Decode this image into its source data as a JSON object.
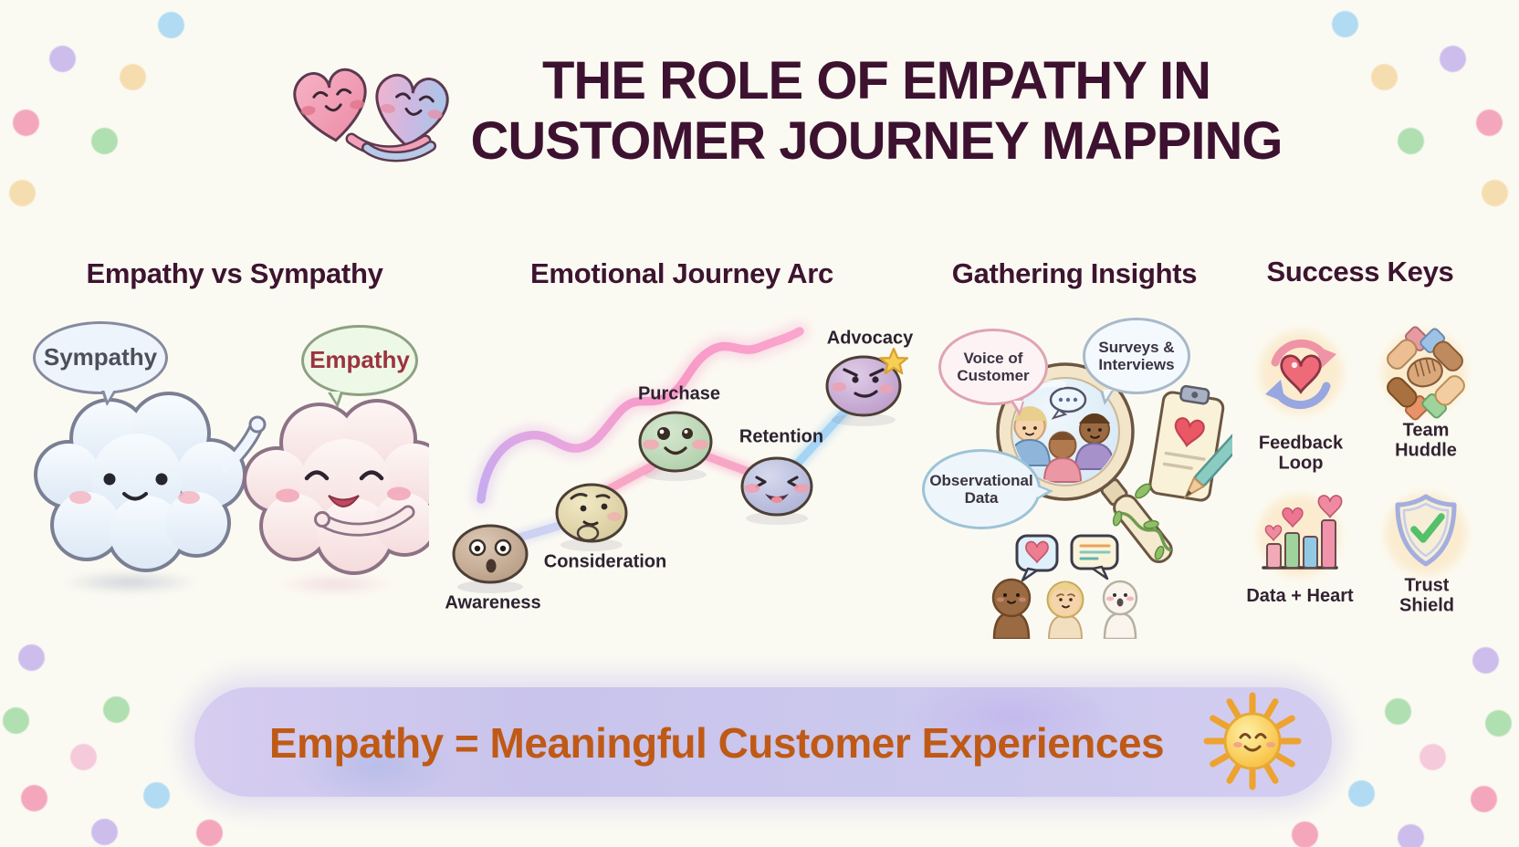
{
  "title": {
    "line1": "THE ROLE OF EMPATHY IN",
    "line2": "CUSTOMER JOURNEY MAPPING",
    "icon": "hugging-hearts-icon"
  },
  "empathy_vs_sympathy": {
    "heading": "Empathy vs Sympathy",
    "sympathy_label": "Sympathy",
    "empathy_label": "Empathy",
    "icons": [
      "sympathy-cloud-icon",
      "empathy-cloud-icon"
    ]
  },
  "journey_arc": {
    "heading": "Emotional Journey Arc",
    "stages": [
      {
        "label": "Awareness",
        "mood": "surprised",
        "color": "#c9b29f"
      },
      {
        "label": "Consideration",
        "mood": "thinking",
        "color": "#e9e0bc"
      },
      {
        "label": "Purchase",
        "mood": "delighted",
        "color": "#c5dcc2"
      },
      {
        "label": "Retention",
        "mood": "joyful",
        "color": "#c3c6de"
      },
      {
        "label": "Advocacy",
        "mood": "determined",
        "color": "#cfb4d9"
      }
    ]
  },
  "gathering_insights": {
    "heading": "Gathering Insights",
    "bubbles": [
      {
        "label": "Voice of\nCustomer"
      },
      {
        "label": "Surveys &\nInterviews"
      },
      {
        "label": "Observational\nData"
      }
    ],
    "icons": [
      "magnifier-people-icon",
      "clipboard-heart-icon",
      "chat-heart-icon",
      "chat-notes-icon",
      "customer-trio-icon"
    ]
  },
  "success_keys": {
    "heading": "Success Keys",
    "items": [
      {
        "label": "Feedback\nLoop",
        "icon": "feedback-loop-icon"
      },
      {
        "label": "Team Huddle",
        "icon": "team-huddle-icon"
      },
      {
        "label": "Data + Heart",
        "icon": "data-heart-bars-icon"
      },
      {
        "label": "Trust Shield",
        "icon": "trust-shield-icon"
      }
    ]
  },
  "banner": {
    "text": "Empathy = Meaningful Customer Experiences",
    "icon": "smiling-sun-icon"
  },
  "colors": {
    "background": "#fbfaf2",
    "heading": "#3d1430",
    "stage_label": "#2c2230",
    "banner_text": "#bf5a16",
    "banner_band": "#cdc5ee"
  }
}
